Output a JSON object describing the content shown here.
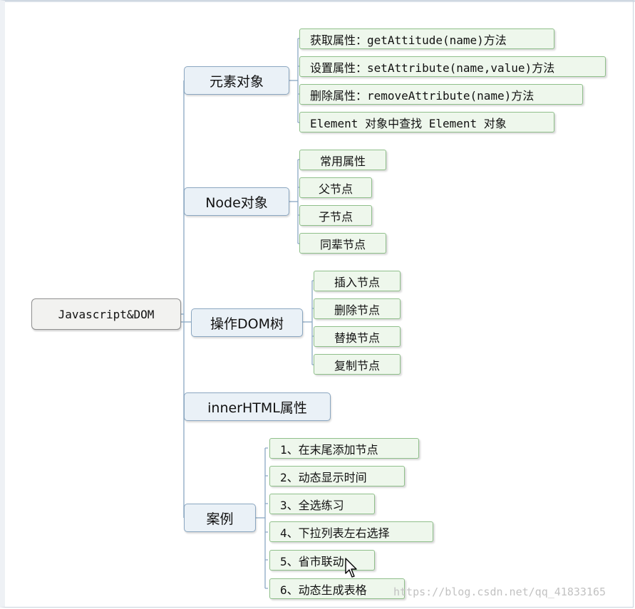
{
  "root": {
    "label": "Javascript&DOM"
  },
  "branches": [
    {
      "label": "元素对象",
      "children": [
        "获取属性：getAttitude(name)方法",
        "设置属性：setAttribute(name,value)方法",
        "删除属性：removeAttribute(name)方法",
        "Element 对象中查找 Element 对象"
      ]
    },
    {
      "label": "Node对象",
      "children": [
        "常用属性",
        "父节点",
        "子节点",
        "同辈节点"
      ]
    },
    {
      "label": "操作DOM树",
      "children": [
        "插入节点",
        "删除节点",
        "替换节点",
        "复制节点"
      ]
    },
    {
      "label": "innerHTML属性",
      "children": []
    },
    {
      "label": "案例",
      "children": [
        "1、在末尾添加节点",
        "2、动态显示时间",
        "3、全选练习",
        "4、下拉列表左右选择",
        "5、省市联动",
        "6、动态生成表格"
      ]
    }
  ],
  "watermark": "https://blog.csdn.net/qq_41833165",
  "colors": {
    "connector": "#8aa8c4",
    "leaf_border": "#8fbf8a",
    "main_border": "#8aa6c0"
  }
}
